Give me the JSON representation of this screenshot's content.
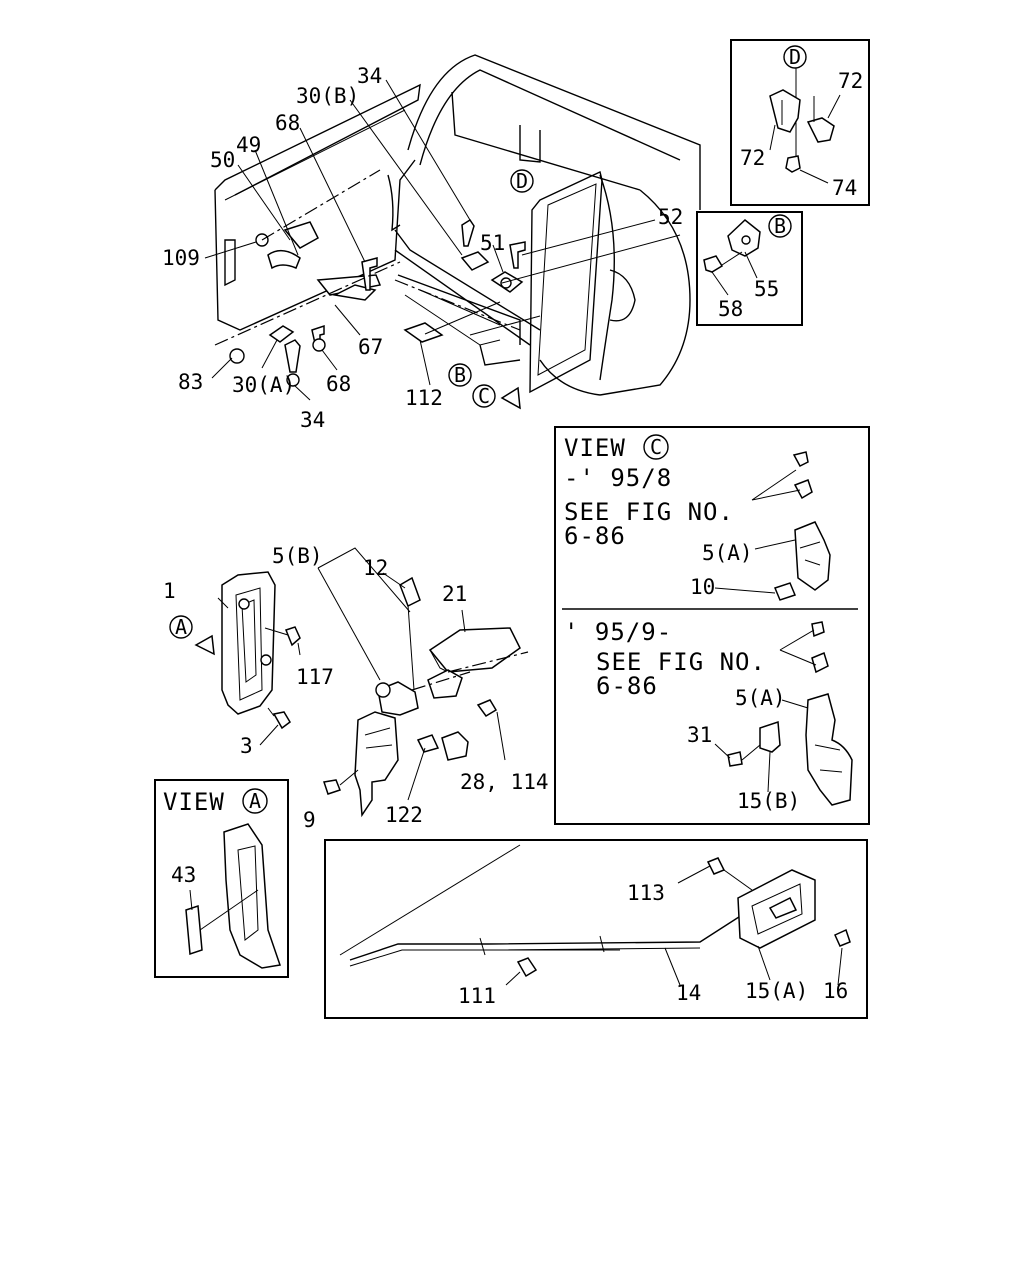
{
  "callouts": {
    "c34a": "34",
    "c30b": "30(B)",
    "c68a": "68",
    "c49": "49",
    "c50": "50",
    "c109": "109",
    "c51": "51",
    "c52": "52",
    "c67": "67",
    "c68b": "68",
    "c83": "83",
    "c30a": "30(A)",
    "c34b": "34",
    "c112": "112",
    "c72a": "72",
    "c72b": "72",
    "c74": "74",
    "c55": "55",
    "c58": "58",
    "c1": "1",
    "c5b": "5(B)",
    "c12": "12",
    "c21": "21",
    "c117": "117",
    "c3": "3",
    "c9": "9",
    "c122": "122",
    "c28": "28, 114",
    "c43": "43",
    "c113": "113",
    "c111": "111",
    "c14": "14",
    "c15a": "15(A)",
    "c16": "16",
    "c5a1": "5(A)",
    "c10": "10",
    "c5a2": "5(A)",
    "c31": "31",
    "c15b": "15(B)"
  },
  "markers": {
    "A": "A",
    "B": "B",
    "C": "C",
    "D": "D"
  },
  "view_c": {
    "title": "VIEW",
    "period1": "-' 95/8",
    "see1_line1": "SEE FIG NO.",
    "see1_line2": "6-86",
    "period2": "' 95/9-",
    "see2_line1": "SEE FIG NO.",
    "see2_line2": "6-86"
  },
  "view_a": {
    "title": "VIEW"
  }
}
